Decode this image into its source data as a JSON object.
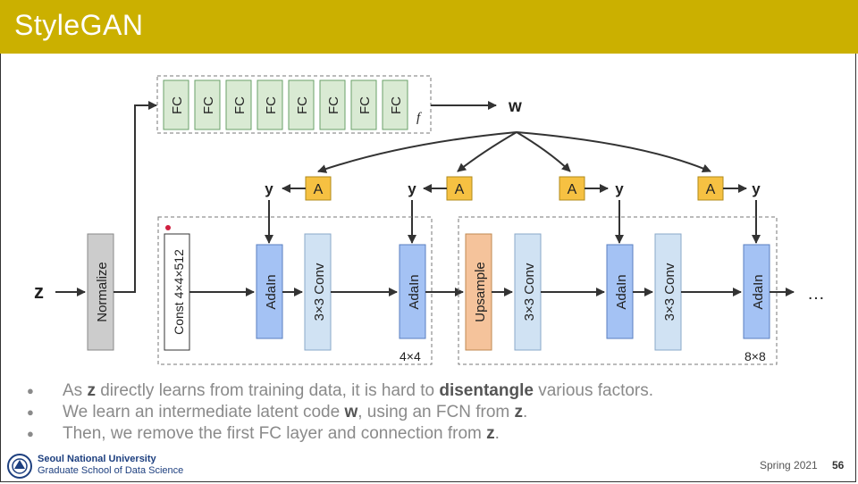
{
  "slide": {
    "title": "StyleGAN",
    "page_number": "56",
    "term": "Spring 2021",
    "university": "Seoul National University",
    "department": "Graduate School of Data Science"
  },
  "diagram": {
    "input_label": "z",
    "normalize_label": "Normalize",
    "fc_label": "FC",
    "mapping_label": "f",
    "w_label": "w",
    "a_label": "A",
    "y_label": "y",
    "const_label": "Const 4×4×512",
    "adain_label": "AdaIn",
    "conv_label": "3×3 Conv",
    "upsample_label": "Upsample",
    "res1_label": "4×4",
    "res2_label": "8×8",
    "ellipsis": "…"
  },
  "bullets": [
    {
      "pre": "As ",
      "b1": "z",
      "mid": " directly learns from training data, it is hard to ",
      "b2": "disentangle",
      "post": " various factors."
    },
    {
      "pre": "We learn an intermediate latent code ",
      "b1": "w",
      "mid": ", using an FCN from ",
      "b2": "z",
      "post": "."
    },
    {
      "pre": "Then, we remove the first FC layer and connection from ",
      "b1": "z",
      "mid": ".",
      "b2": "",
      "post": ""
    }
  ],
  "colors": {
    "header": "#cbb000",
    "fc_fill": "#d9ead3",
    "a_fill": "#f6c142",
    "adain_fill": "#a4c2f4",
    "conv_fill": "#d0e2f3",
    "upsample_fill": "#f5c39b",
    "normalize_fill": "#cccccc"
  }
}
